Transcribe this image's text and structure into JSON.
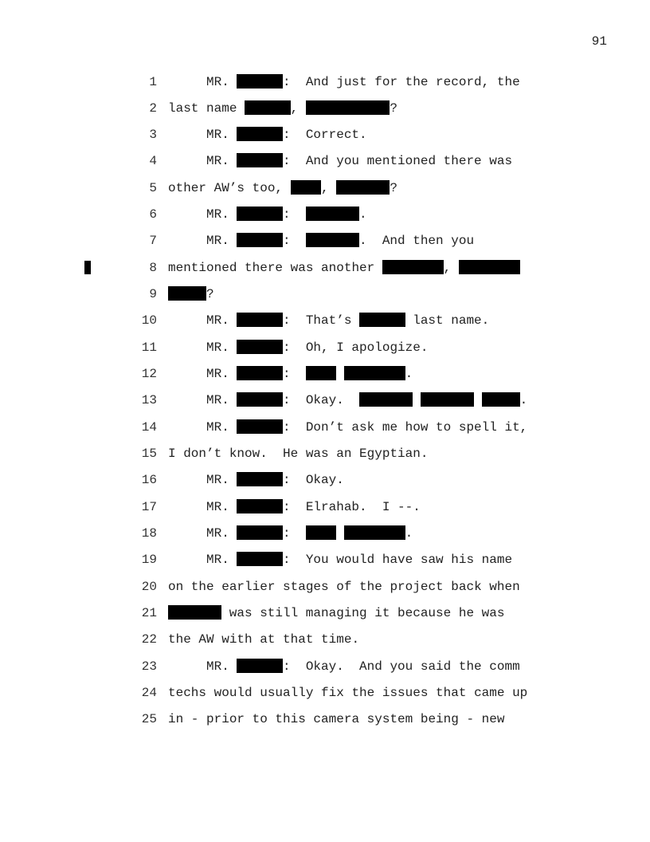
{
  "page_number": "91",
  "lines": [
    {
      "n": "1",
      "segs": [
        {
          "t": "     MR. "
        },
        {
          "r": 6
        },
        {
          "t": ":  And just for the record, the"
        }
      ]
    },
    {
      "n": "2",
      "segs": [
        {
          "t": "last name "
        },
        {
          "r": 6
        },
        {
          "t": ", "
        },
        {
          "r": 11
        },
        {
          "t": "?"
        }
      ]
    },
    {
      "n": "3",
      "segs": [
        {
          "t": "     MR. "
        },
        {
          "r": 6
        },
        {
          "t": ":  Correct."
        }
      ]
    },
    {
      "n": "4",
      "segs": [
        {
          "t": "     MR. "
        },
        {
          "r": 6
        },
        {
          "t": ":  And you mentioned there was"
        }
      ]
    },
    {
      "n": "5",
      "segs": [
        {
          "t": "other AW’s too, "
        },
        {
          "r": 4
        },
        {
          "t": ", "
        },
        {
          "r": 7
        },
        {
          "t": "?"
        }
      ]
    },
    {
      "n": "6",
      "segs": [
        {
          "t": "     MR. "
        },
        {
          "r": 6
        },
        {
          "t": ":  "
        },
        {
          "r": 7
        },
        {
          "t": "."
        }
      ]
    },
    {
      "n": "7",
      "segs": [
        {
          "t": "     MR. "
        },
        {
          "r": 6
        },
        {
          "t": ":  "
        },
        {
          "r": 7
        },
        {
          "t": ".  And then you"
        }
      ]
    },
    {
      "n": "8",
      "segs": [
        {
          "t": "mentioned there was another "
        },
        {
          "r": 8
        },
        {
          "t": ", "
        },
        {
          "r": 8
        }
      ]
    },
    {
      "n": "9",
      "segs": [
        {
          "r": 5
        },
        {
          "t": "?"
        }
      ]
    },
    {
      "n": "10",
      "segs": [
        {
          "t": "     MR. "
        },
        {
          "r": 6
        },
        {
          "t": ":  That’s "
        },
        {
          "r": 6
        },
        {
          "t": " last name."
        }
      ]
    },
    {
      "n": "11",
      "segs": [
        {
          "t": "     MR. "
        },
        {
          "r": 6
        },
        {
          "t": ":  Oh, I apologize."
        }
      ]
    },
    {
      "n": "12",
      "segs": [
        {
          "t": "     MR. "
        },
        {
          "r": 6
        },
        {
          "t": ":  "
        },
        {
          "r": 4
        },
        {
          "t": " "
        },
        {
          "r": 8
        },
        {
          "t": "."
        }
      ]
    },
    {
      "n": "13",
      "segs": [
        {
          "t": "     MR. "
        },
        {
          "r": 6
        },
        {
          "t": ":  Okay.  "
        },
        {
          "r": 7
        },
        {
          "t": " "
        },
        {
          "r": 7
        },
        {
          "t": " "
        },
        {
          "r": 5
        },
        {
          "t": "."
        }
      ]
    },
    {
      "n": "14",
      "segs": [
        {
          "t": "     MR. "
        },
        {
          "r": 6
        },
        {
          "t": ":  Don’t ask me how to spell it,"
        }
      ]
    },
    {
      "n": "15",
      "segs": [
        {
          "t": "I don’t know.  He was an Egyptian."
        }
      ]
    },
    {
      "n": "16",
      "segs": [
        {
          "t": "     MR. "
        },
        {
          "r": 6
        },
        {
          "t": ":  Okay."
        }
      ]
    },
    {
      "n": "17",
      "segs": [
        {
          "t": "     MR. "
        },
        {
          "r": 6
        },
        {
          "t": ":  Elrahab.  I --."
        }
      ]
    },
    {
      "n": "18",
      "segs": [
        {
          "t": "     MR. "
        },
        {
          "r": 6
        },
        {
          "t": ":  "
        },
        {
          "r": 4
        },
        {
          "t": " "
        },
        {
          "r": 8
        },
        {
          "t": "."
        }
      ]
    },
    {
      "n": "19",
      "segs": [
        {
          "t": "     MR. "
        },
        {
          "r": 6
        },
        {
          "t": ":  You would have saw his name"
        }
      ]
    },
    {
      "n": "20",
      "segs": [
        {
          "t": "on the earlier stages of the project back when"
        }
      ]
    },
    {
      "n": "21",
      "segs": [
        {
          "r": 7
        },
        {
          "t": " was still managing it because he was"
        }
      ]
    },
    {
      "n": "22",
      "segs": [
        {
          "t": "the AW with at that time."
        }
      ]
    },
    {
      "n": "23",
      "segs": [
        {
          "t": "     MR. "
        },
        {
          "r": 6
        },
        {
          "t": ":  Okay.  And you said the comm"
        }
      ]
    },
    {
      "n": "24",
      "segs": [
        {
          "t": "techs would usually fix the issues that came up"
        }
      ]
    },
    {
      "n": "25",
      "segs": [
        {
          "t": "in - prior to this camera system being - new"
        }
      ]
    }
  ]
}
